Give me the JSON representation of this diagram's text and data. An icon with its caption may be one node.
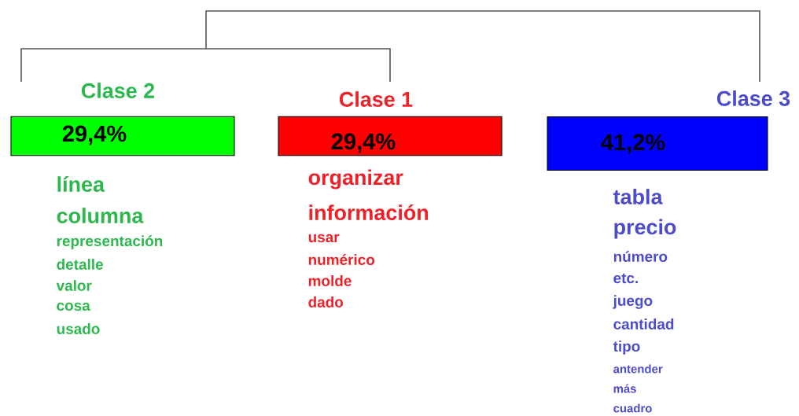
{
  "diagram": {
    "nodes": [
      {
        "text": [
          "Clase 2",
          "29,4%"
        ],
        "beside": [
          "línea",
          "columna",
          "representación",
          "detalle",
          "valor",
          "cosa",
          "usado"
        ]
      },
      {
        "text": [
          "Clase 1",
          "29,4%"
        ],
        "beside": [
          "organizar",
          "información",
          "usar",
          "numérico",
          "molde",
          "dado"
        ]
      },
      {
        "text": [
          "Clase 3",
          "41,2%"
        ],
        "beside": [
          "tabla",
          "precio",
          "número",
          "etc.",
          "juego",
          "cantidad",
          "tipo",
          "antender",
          "más",
          "cuadro"
        ]
      }
    ]
  }
}
